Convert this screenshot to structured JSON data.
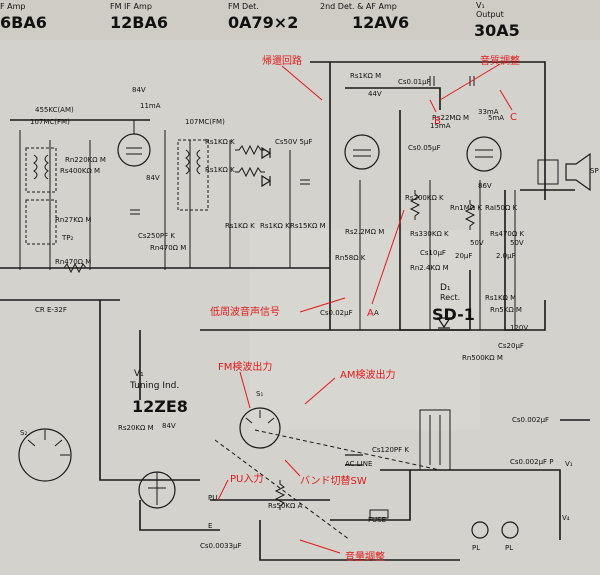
{
  "stages": [
    {
      "id": "s1",
      "role": "F Amp",
      "tube": "6BA6"
    },
    {
      "id": "s2",
      "role": "FM IF Amp",
      "tube": "12BA6"
    },
    {
      "id": "s3",
      "role": "FM Det.",
      "tube": "0A79×2"
    },
    {
      "id": "s4",
      "role": "2nd Det. & AF Amp",
      "tube": "12AV6"
    },
    {
      "id": "s5",
      "role": "Output",
      "tube": "30A5",
      "prefix": "V₁"
    }
  ],
  "tuning": {
    "prefix": "V₁",
    "role": "Tuning Ind.",
    "tube": "12ZE8"
  },
  "rectifier": {
    "prefix": "D₁",
    "role": "Rect.",
    "tube": "SD-1"
  },
  "components": [
    "455KC(AM)",
    "107MC(FM)",
    "107MC(FM)",
    "Rn220KΩ M",
    "Rs400KΩ M",
    "Rn27KΩ M",
    "Rn470Ω M",
    "TP₂",
    "CR E-32F",
    "Rs1KΩ K",
    "Rs1KΩ K",
    "Cs50V 5μF",
    "Rs15KΩ M",
    "Cs250PF K",
    "Rn470Ω M",
    "Rs1KΩ K",
    "Rs1KΩ K",
    "Rn58Ω K",
    "Cs0.01μF",
    "Rs2.2MΩ M",
    "Rs1KΩ M",
    "Rs22MΩ M",
    "Rs200KΩ K",
    "Cs0.05μF",
    "Rs330KΩ K",
    "Cs10μF",
    "RaI50Ω K",
    "Rn1MΩ K",
    "Rs470Ω K",
    "Rn2.4KΩ M",
    "Cs0.02μF",
    "Rs1KΩ M",
    "Rn5KΩ M",
    "Cs20μF",
    "Rn500KΩ M",
    "Cs120PF K",
    "Rs20KΩ M",
    "Rs50KΩ A",
    "Cs0.0033μF",
    "Cs0.002μF",
    "Cs0.002μF P",
    "50V",
    "20μF",
    "50V",
    "2.0μF",
    "A",
    "S₂",
    "S₁",
    "SP",
    "PU",
    "E",
    "AC LINE",
    "FUSE",
    "PL",
    "PL",
    "V₄",
    "V₁",
    "11mA",
    "5mA",
    "84V",
    "84V",
    "86V",
    "44V",
    "120V",
    "84V",
    "15mA",
    "33mA"
  ],
  "annotations": [
    {
      "id": "feedback",
      "text": "帰還回路"
    },
    {
      "id": "tone",
      "text": "音質調整"
    },
    {
      "id": "b",
      "text": "B"
    },
    {
      "id": "c",
      "text": "C"
    },
    {
      "id": "a",
      "text": "A"
    },
    {
      "id": "lowfreq",
      "text": "低周波音声信号"
    },
    {
      "id": "fmdet",
      "text": "FM検波出力"
    },
    {
      "id": "amdet",
      "text": "AM検波出力"
    },
    {
      "id": "pu",
      "text": "PU入力"
    },
    {
      "id": "band",
      "text": "バンド切替SW"
    },
    {
      "id": "volume",
      "text": "音量調整"
    }
  ],
  "colors": {
    "paper": "#d8d6d0",
    "ink": "#1a1a1a",
    "annotation": "#e01a1a"
  }
}
